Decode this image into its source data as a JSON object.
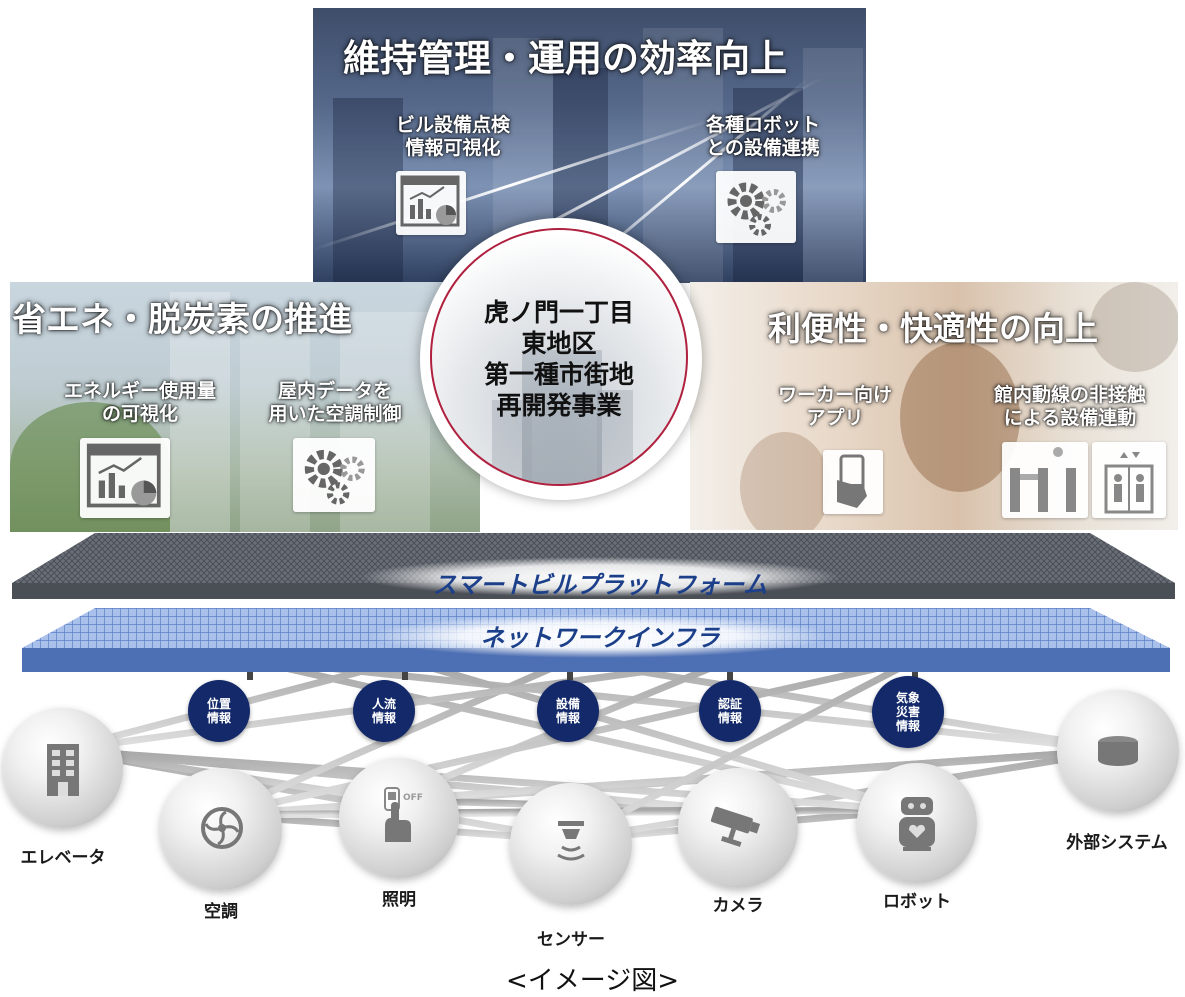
{
  "top_panel": {
    "title": "維持管理・運用の効率向上",
    "items": [
      {
        "label": "ビル設備点検\n情報可視化",
        "icon": "dashboard-chart-icon"
      },
      {
        "label": "各種ロボット\nとの設備連携",
        "icon": "gears-icon"
      }
    ]
  },
  "left_panel": {
    "title": "省エネ・脱炭素の推進",
    "items": [
      {
        "label": "エネルギー使用量\nの可視化",
        "icon": "dashboard-chart-icon"
      },
      {
        "label": "屋内データを\n用いた空調制御",
        "icon": "gears-icon"
      }
    ]
  },
  "right_panel": {
    "title": "利便性・快適性の向上",
    "items": [
      {
        "label": "ワーカー向け\nアプリ",
        "icon": "smartphone-hand-icon"
      },
      {
        "label": "館内動線の非接触\nによる設備連動",
        "icon": "gate-elevator-icon"
      }
    ]
  },
  "center": {
    "title": "虎ノ門一丁目\n東地区\n第一種市街地\n再開発事業",
    "accent_color": "#b0203f"
  },
  "layers": {
    "platform": "スマートビルプラットフォーム",
    "network": "ネットワークインフラ"
  },
  "categories": [
    "位置\n情報",
    "人流\n情報",
    "設備\n情報",
    "認証\n情報",
    "気象\n災害\n情報"
  ],
  "category_color": "#13296a",
  "devices": [
    {
      "label": "エレベータ",
      "icon": "building-icon"
    },
    {
      "label": "空調",
      "icon": "fan-icon"
    },
    {
      "label": "照明",
      "icon": "light-switch-icon",
      "switch_text": "OFF"
    },
    {
      "label": "センサー",
      "icon": "sensor-icon"
    },
    {
      "label": "カメラ",
      "icon": "camera-icon"
    },
    {
      "label": "ロボット",
      "icon": "robot-icon"
    },
    {
      "label": "外部システム",
      "icon": "database-icon"
    }
  ],
  "caption": "<イメージ図>"
}
